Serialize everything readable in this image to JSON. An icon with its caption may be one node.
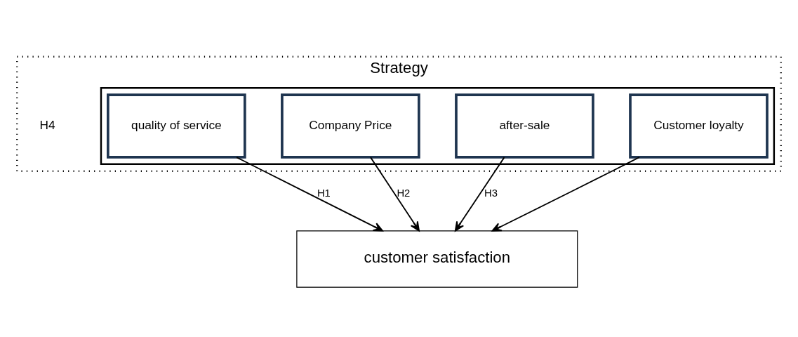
{
  "diagram": {
    "nodes": [
      {
        "text": [
          "Strategy"
        ]
      },
      {
        "text": [],
        "shape": "box",
        "in": 0
      },
      {
        "text": [
          "quality of service"
        ],
        "in": 1
      },
      {
        "text": [
          "Company Price"
        ],
        "in": 1
      },
      {
        "text": [
          "after-sale"
        ],
        "in": 1
      },
      {
        "text": [
          "Customer loyalty"
        ],
        "in": 1
      },
      {
        "text": [
          "customer satisfaction"
        ]
      }
    ],
    "edges": [
      {
        "from": 2,
        "to": 6,
        "arrow": "to",
        "label": "H1"
      },
      {
        "from": 3,
        "to": 6,
        "arrow": "to",
        "label": "H2"
      },
      {
        "from": 4,
        "to": 6,
        "arrow": "to",
        "label": "H3"
      },
      {
        "from": 5,
        "to": 6,
        "arrow": "to"
      }
    ],
    "labels": [
      "H4"
    ]
  }
}
